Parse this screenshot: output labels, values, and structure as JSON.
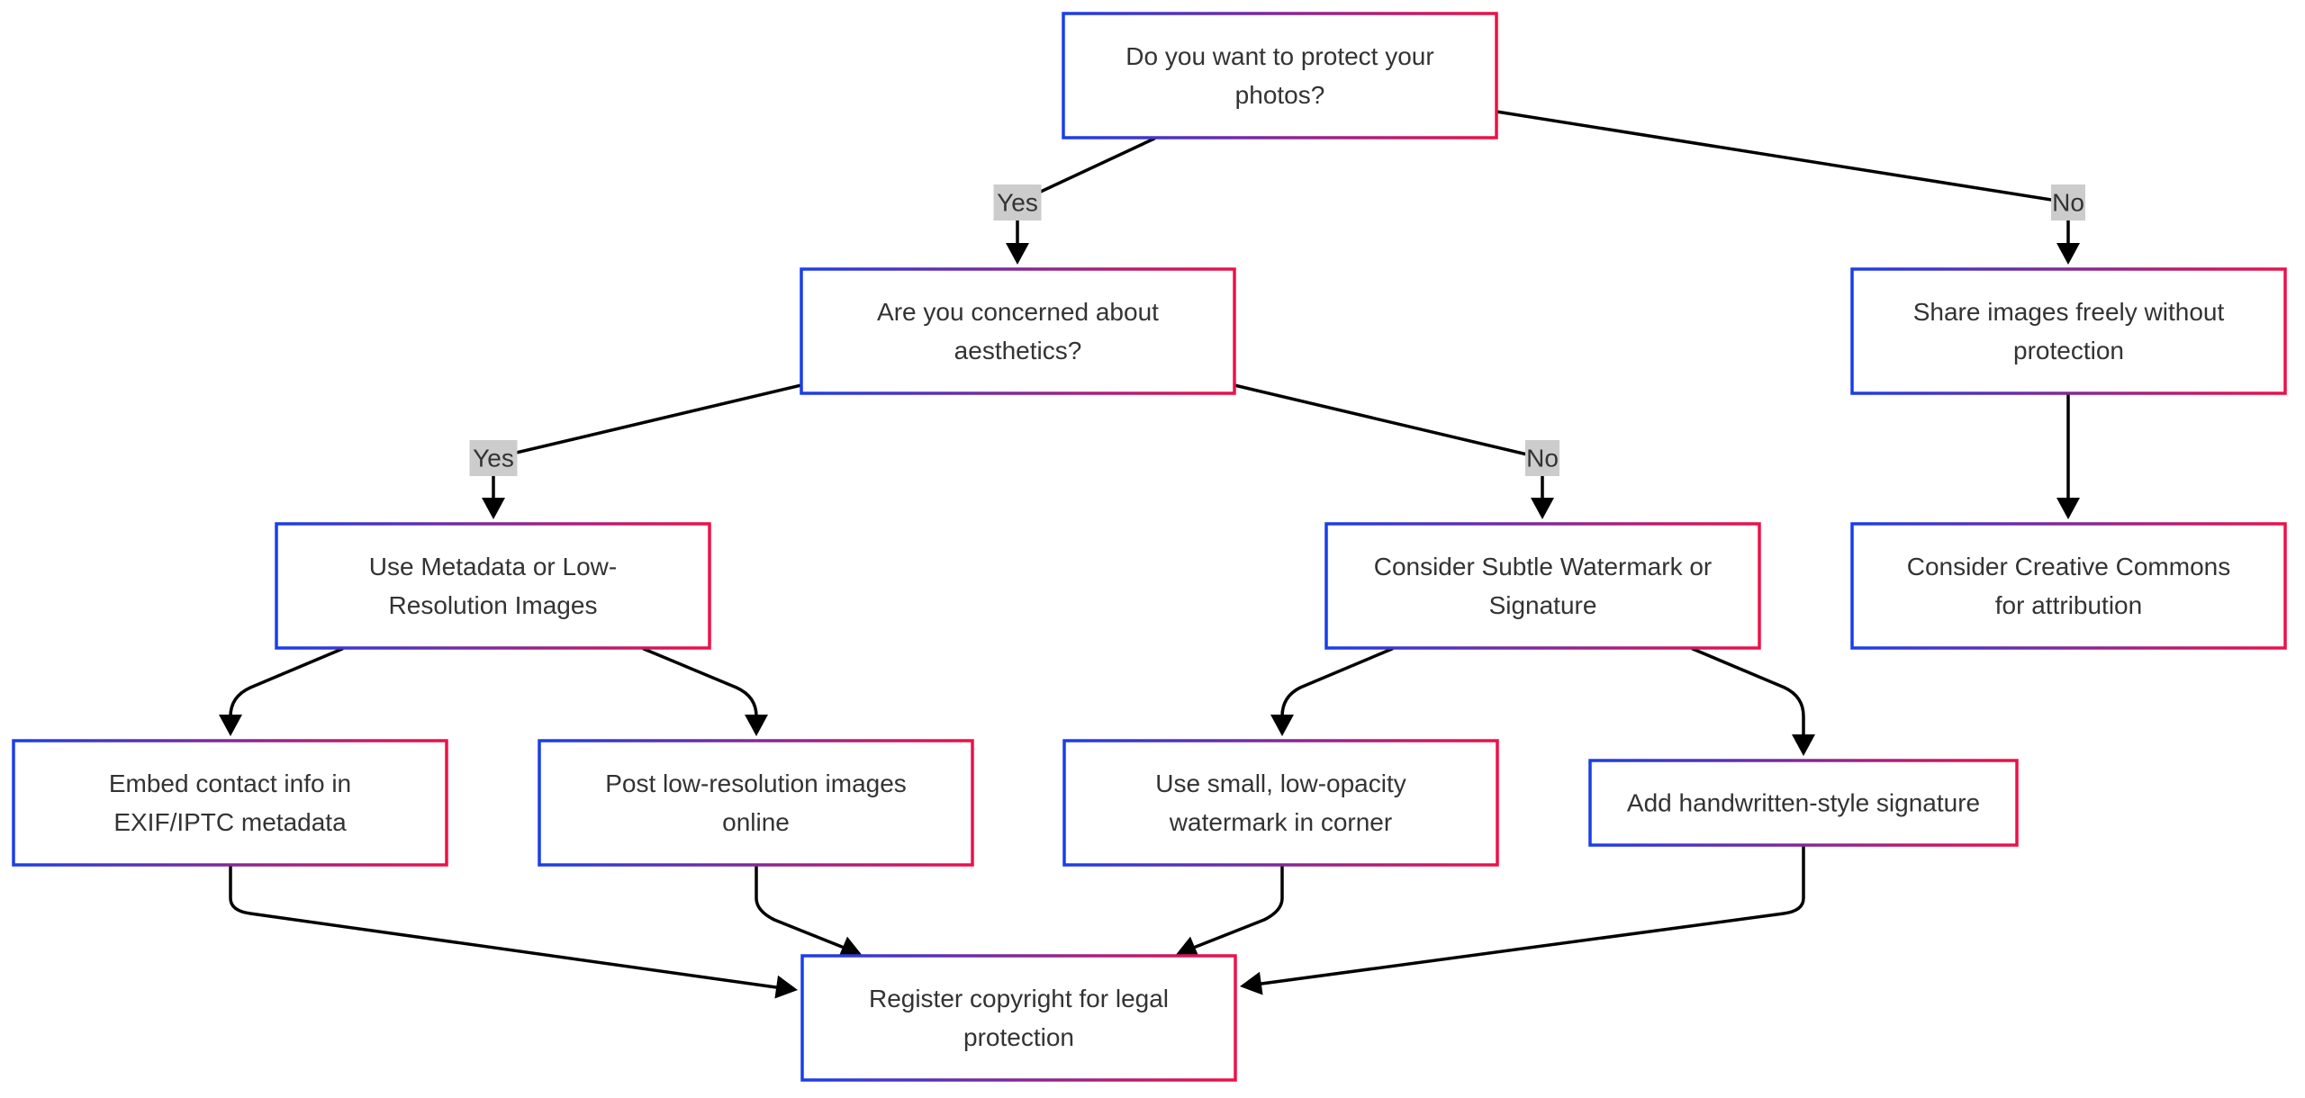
{
  "diagram": {
    "colors": {
      "node_gradient_start": "#1a3ee8",
      "node_gradient_end": "#ee1048",
      "edge": "#000000",
      "edge_label_background": "#cccccc",
      "text": "#333333",
      "background": "#ffffff"
    },
    "nodes": [
      {
        "id": "protect",
        "lines": [
          "Do you want to protect your",
          "photos?"
        ]
      },
      {
        "id": "aesthetics",
        "lines": [
          "Are you concerned about",
          "aesthetics?"
        ]
      },
      {
        "id": "share-freely",
        "lines": [
          "Share images freely without",
          "protection"
        ]
      },
      {
        "id": "metadata-lowres",
        "lines": [
          "Use Metadata or Low-",
          "Resolution Images"
        ]
      },
      {
        "id": "watermark-signature",
        "lines": [
          "Consider Subtle Watermark or",
          "Signature"
        ]
      },
      {
        "id": "creative-commons",
        "lines": [
          "Consider Creative Commons",
          "for attribution"
        ]
      },
      {
        "id": "embed-exif",
        "lines": [
          "Embed contact info in",
          "EXIF/IPTC metadata"
        ]
      },
      {
        "id": "post-lowres",
        "lines": [
          "Post low-resolution images",
          "online"
        ]
      },
      {
        "id": "small-watermark",
        "lines": [
          "Use small, low-opacity",
          "watermark in corner"
        ]
      },
      {
        "id": "handwritten-signature",
        "lines": [
          "Add handwritten-style signature"
        ]
      },
      {
        "id": "register-copyright",
        "lines": [
          "Register copyright for legal",
          "protection"
        ]
      }
    ],
    "edges": [
      {
        "id": "protect-to-aesthetics",
        "from": "protect",
        "to": "aesthetics",
        "label": "Yes"
      },
      {
        "id": "protect-to-share-freely",
        "from": "protect",
        "to": "share-freely",
        "label": "No"
      },
      {
        "id": "aesthetics-to-metadata-lowres",
        "from": "aesthetics",
        "to": "metadata-lowres",
        "label": "Yes"
      },
      {
        "id": "aesthetics-to-watermark-signature",
        "from": "aesthetics",
        "to": "watermark-signature",
        "label": "No"
      },
      {
        "id": "share-freely-to-creative-commons",
        "from": "share-freely",
        "to": "creative-commons",
        "label": ""
      },
      {
        "id": "metadata-lowres-to-embed-exif",
        "from": "metadata-lowres",
        "to": "embed-exif",
        "label": ""
      },
      {
        "id": "metadata-lowres-to-post-lowres",
        "from": "metadata-lowres",
        "to": "post-lowres",
        "label": ""
      },
      {
        "id": "watermark-signature-to-small-watermark",
        "from": "watermark-signature",
        "to": "small-watermark",
        "label": ""
      },
      {
        "id": "watermark-signature-to-handwritten-signature",
        "from": "watermark-signature",
        "to": "handwritten-signature",
        "label": ""
      },
      {
        "id": "embed-exif-to-register-copyright",
        "from": "embed-exif",
        "to": "register-copyright",
        "label": ""
      },
      {
        "id": "post-lowres-to-register-copyright",
        "from": "post-lowres",
        "to": "register-copyright",
        "label": ""
      },
      {
        "id": "small-watermark-to-register-copyright",
        "from": "small-watermark",
        "to": "register-copyright",
        "label": ""
      },
      {
        "id": "handwritten-signature-to-register-copyright",
        "from": "handwritten-signature",
        "to": "register-copyright",
        "label": ""
      }
    ]
  }
}
